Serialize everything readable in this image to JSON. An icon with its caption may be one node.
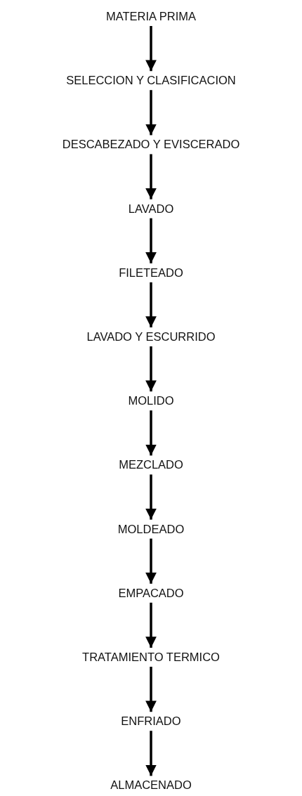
{
  "diagram": {
    "nodes": [
      {
        "text": [
          "MATERIA PRIMA"
        ]
      },
      {
        "text": [
          "SELECCION Y CLASIFICACION"
        ]
      },
      {
        "text": [
          "DESCABEZADO Y EVISCERADO"
        ]
      },
      {
        "text": [
          "LAVADO"
        ]
      },
      {
        "text": [
          "FILETEADO"
        ]
      },
      {
        "text": [
          "LAVADO Y ESCURRIDO"
        ]
      },
      {
        "text": [
          "MOLIDO"
        ]
      },
      {
        "text": [
          "MEZCLADO"
        ]
      },
      {
        "text": [
          "MOLDEADO"
        ]
      },
      {
        "text": [
          "EMPACADO"
        ]
      },
      {
        "text": [
          "TRATAMIENTO TERMICO"
        ]
      },
      {
        "text": [
          "ENFRIADO"
        ]
      },
      {
        "text": [
          "ALMACENADO"
        ]
      }
    ],
    "edges": [
      {
        "from": 0,
        "to": 1,
        "arrow": "to"
      },
      {
        "from": 1,
        "to": 2,
        "arrow": "to"
      },
      {
        "from": 2,
        "to": 3,
        "arrow": "to"
      },
      {
        "from": 3,
        "to": 4,
        "arrow": "to"
      },
      {
        "from": 4,
        "to": 5,
        "arrow": "to"
      },
      {
        "from": 5,
        "to": 6,
        "arrow": "to"
      },
      {
        "from": 6,
        "to": 7,
        "arrow": "to"
      },
      {
        "from": 7,
        "to": 8,
        "arrow": "to"
      },
      {
        "from": 8,
        "to": 9,
        "arrow": "to"
      },
      {
        "from": 9,
        "to": 10,
        "arrow": "to"
      },
      {
        "from": 10,
        "to": 11,
        "arrow": "to"
      },
      {
        "from": 11,
        "to": 12,
        "arrow": "to"
      }
    ]
  }
}
